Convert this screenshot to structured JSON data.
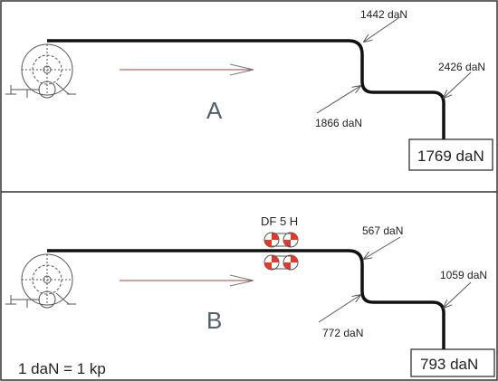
{
  "diagram": {
    "panel_a": {
      "letter": "A",
      "forces": {
        "top": "1442 daN",
        "inner_bend": "1866 daN",
        "right": "2426 daN"
      },
      "result": "1769 daN"
    },
    "panel_b": {
      "letter": "B",
      "device_label": "DF 5 H",
      "forces": {
        "top": "567 daN",
        "inner_bend": "772 daN",
        "right": "1059 daN"
      },
      "result": "793 daN"
    },
    "unit_note": "1 daN = 1 kp",
    "colors": {
      "pipe": "#111111",
      "arrow": "#9a4a3c",
      "device_red": "#e23a2a",
      "frame": "#333333"
    }
  }
}
